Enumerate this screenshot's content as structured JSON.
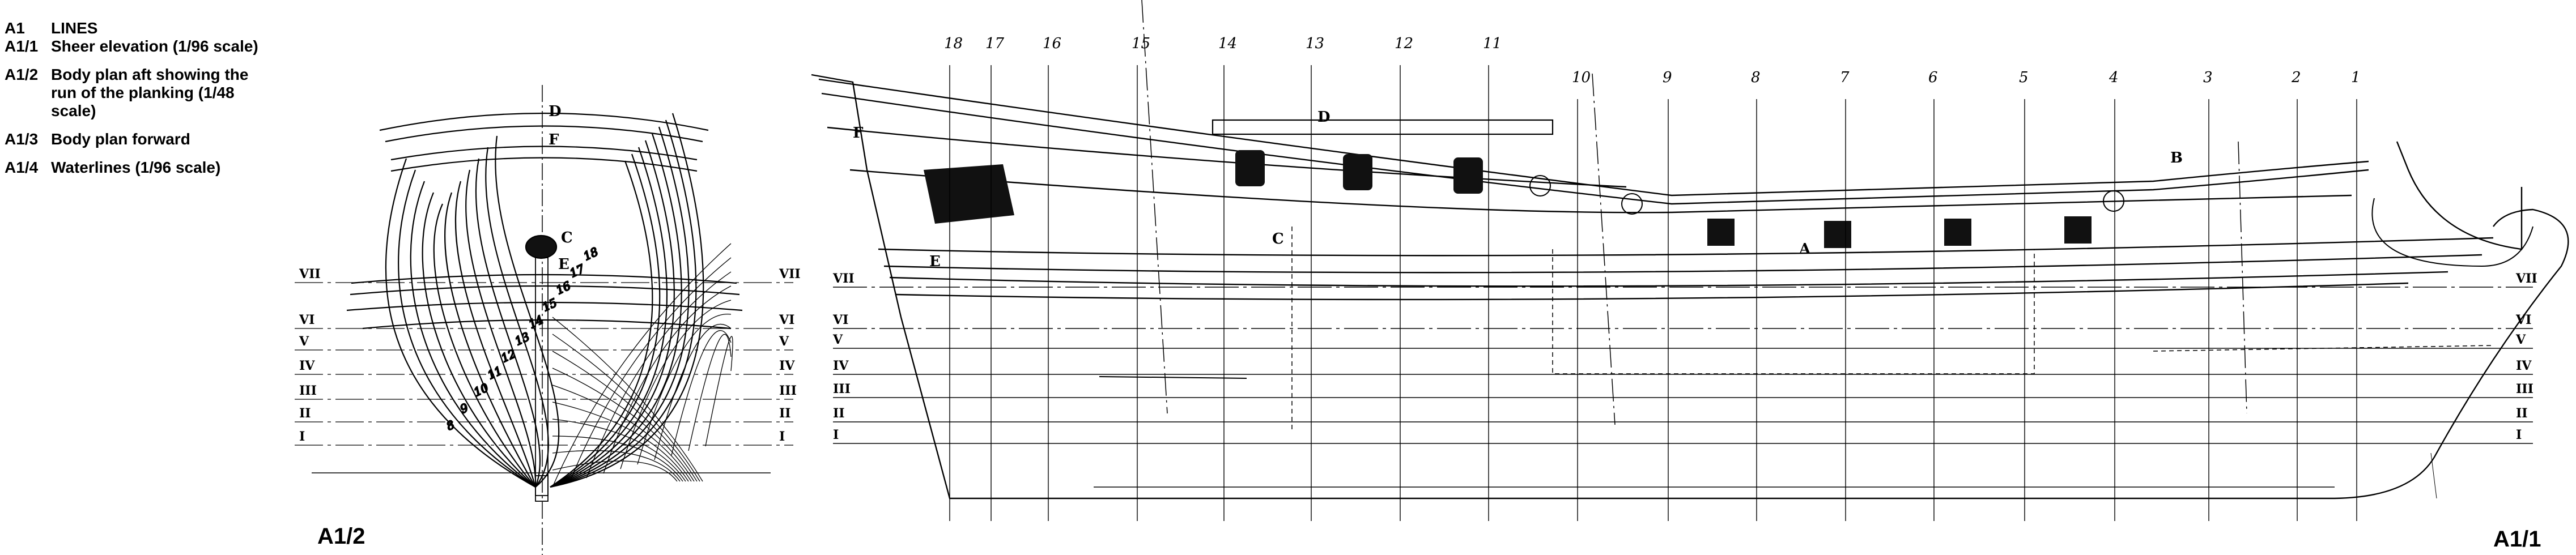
{
  "legend": [
    {
      "code": "A1",
      "text": "LINES"
    },
    {
      "code": "A1/1",
      "text": "Sheer elevation (1/96 scale)"
    },
    {
      "code": "A1/2",
      "text": "Body plan aft showing the run of the planking (1/48 scale)"
    },
    {
      "code": "A1/3",
      "text": "Body plan forward"
    },
    {
      "code": "A1/4",
      "text": "Waterlines (1/96 scale)"
    }
  ],
  "plates": {
    "body_plan": "A1/2",
    "sheer": "A1/1"
  },
  "waterlines": [
    "VII",
    "VI",
    "V",
    "IV",
    "III",
    "II",
    "I"
  ],
  "stations": [
    "18",
    "17",
    "16",
    "15",
    "14",
    "13",
    "12",
    "11",
    "10",
    "9",
    "8",
    "7",
    "6",
    "5",
    "4",
    "3",
    "2",
    "1"
  ],
  "body_plan": {
    "letters": {
      "D": "D",
      "F": "F",
      "C": "C",
      "E": "E"
    },
    "aft_sections": [
      "8",
      "9",
      "10",
      "11",
      "12",
      "13",
      "14",
      "15",
      "16",
      "17",
      "18"
    ]
  },
  "sheer_letters": {
    "A": "A",
    "B": "B",
    "C": "C",
    "D": "D",
    "E": "E",
    "F": "F"
  },
  "colors": {
    "ink": "#000000",
    "paper": "#ffffff"
  }
}
